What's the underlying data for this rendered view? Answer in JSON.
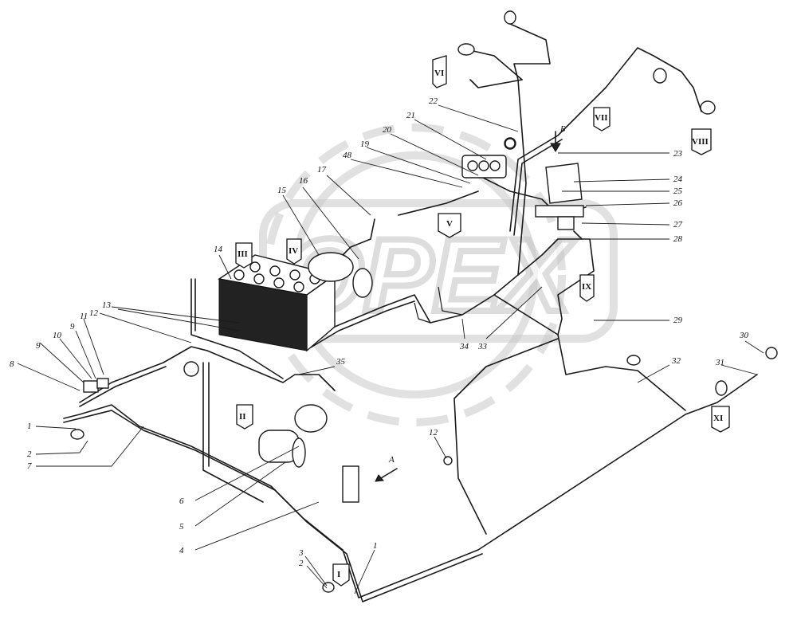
{
  "watermark": "OPEX",
  "labels": {
    "n1a": "1",
    "n2a": "2",
    "n7": "7",
    "n8": "8",
    "n9a": "9",
    "n10": "10",
    "n9b": "9",
    "n11": "11",
    "n12a": "12",
    "n13": "13",
    "n14": "14",
    "n15": "15",
    "n16": "16",
    "n17": "17",
    "n48": "48",
    "n19": "19",
    "n20": "20",
    "n21": "21",
    "n22": "22",
    "n23": "23",
    "n24": "24",
    "n25": "25",
    "n26": "26",
    "n27": "27",
    "n28": "28",
    "n29": "29",
    "n30": "30",
    "n31": "31",
    "n32": "32",
    "n33": "33",
    "n34": "34",
    "n35": "35",
    "n12b": "12",
    "n6": "6",
    "n5": "5",
    "n4": "4",
    "n3": "3",
    "n2b": "2",
    "n1b": "1"
  },
  "roman": {
    "I": "I",
    "II": "II",
    "III": "III",
    "IV": "IV",
    "V": "V",
    "VI": "VI",
    "VII": "VII",
    "VIII": "VIII",
    "IX": "IX",
    "XI": "XI"
  },
  "view_letters": {
    "A": "А",
    "B": "Б"
  }
}
